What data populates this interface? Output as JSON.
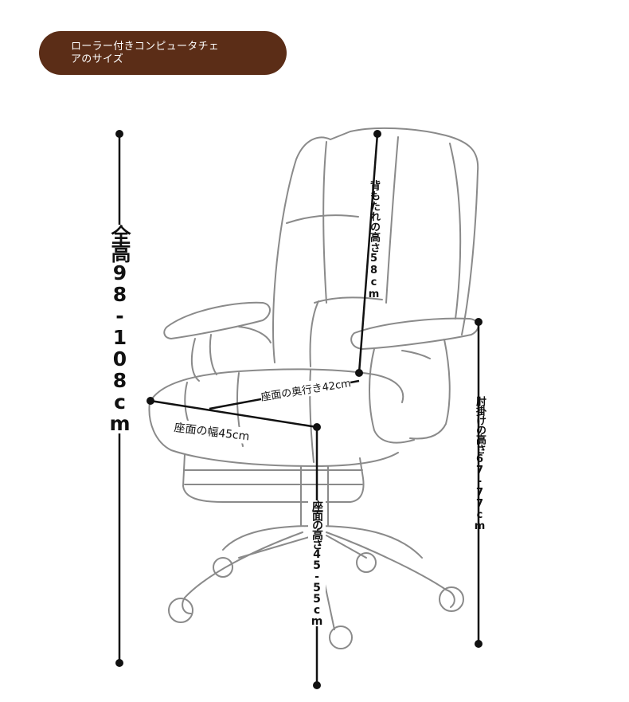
{
  "title": {
    "line1": "ローラー付きコンピュータチェ",
    "line2": "アのサイズ"
  },
  "dimensions": {
    "total_height": "全高98-108cm",
    "backrest_height": "背もたれの高さ58cm",
    "armrest_height": "肘掛けの高さ67-77cm",
    "seat_height": "座面の高さ45-55cm",
    "seat_depth": "座面の奥行き42cm",
    "seat_width": "座面の幅45cm"
  },
  "colors": {
    "title_background": "#5b2d17",
    "line": "#111111",
    "sketch": "#8a8a8a"
  }
}
